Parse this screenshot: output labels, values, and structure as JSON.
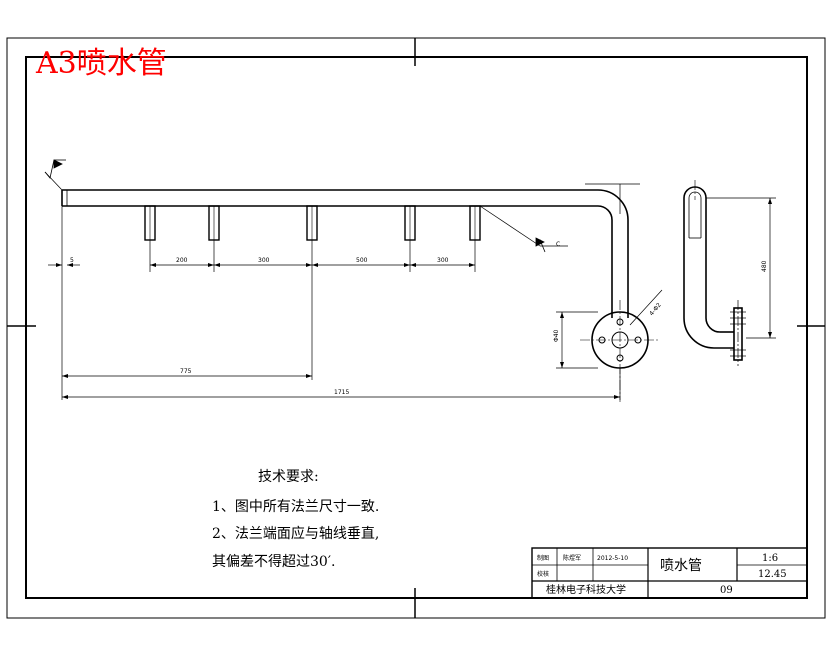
{
  "stamp": {
    "text": "A3喷水管",
    "color": "#ff0000"
  },
  "dimensions": {
    "d5": "5",
    "d200a": "200",
    "d300a": "300",
    "d500": "500",
    "d300b": "300",
    "d775": "775",
    "d1715": "1715",
    "flange_dia": "Φ40",
    "hole": "4-Φ2",
    "height": "480"
  },
  "roughness": {
    "symbol_left": "",
    "symbol_right": "C"
  },
  "notes": {
    "title": "技术要求:",
    "line1": "1、图中所有法兰尺寸一致.",
    "line2": "2、法兰端面应与轴线垂直,",
    "line3": "其偏差不得超过30′."
  },
  "title_block": {
    "drawn_label": "制图",
    "drawn_name": "陈煜军",
    "date": "2012-5-10",
    "check_label": "校核",
    "part_name": "喷水管",
    "scale": "1:6",
    "weight": "12.45",
    "school": "桂林电子科技大学",
    "drawing_no": "09"
  },
  "colors": {
    "line": "#000000",
    "paper": "#ffffff",
    "stamp": "#ff0000"
  }
}
